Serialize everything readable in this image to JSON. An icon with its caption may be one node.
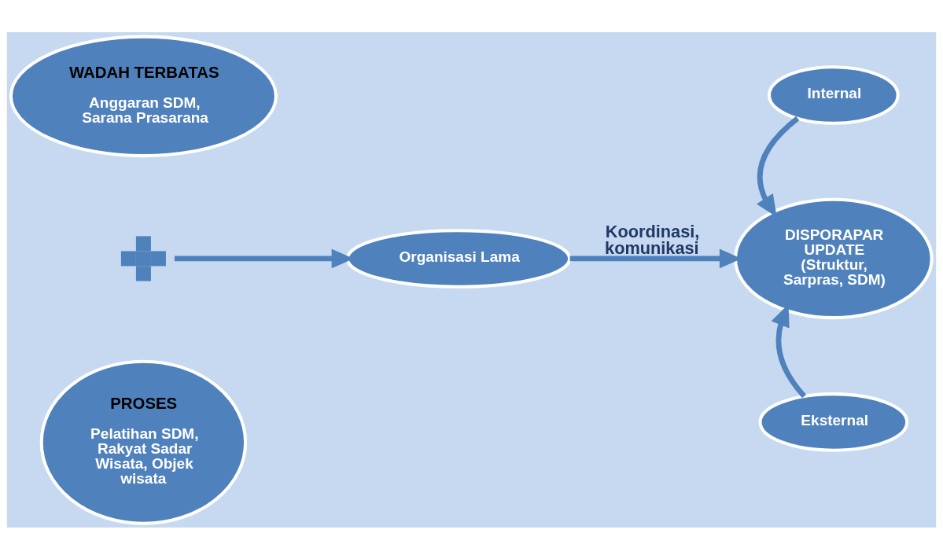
{
  "diagram": {
    "nodes": [
      {
        "text": [
          "WADAH TERBATAS",
          "Anggaran SDM, Sarana Prasarana"
        ]
      },
      {
        "text": [
          "PROSES",
          "Pelatihan SDM, Rakyat Sadar Wisata, Objek wisata"
        ]
      },
      {
        "text": [],
        "shape": "cross"
      },
      {
        "text": [
          "Organisasi Lama"
        ]
      },
      {
        "text": [
          "Internal"
        ]
      },
      {
        "text": [
          "DISPORAPAR UPDATE (Struktur, Sarpras, SDM)"
        ]
      },
      {
        "text": [
          "Eksternal"
        ]
      }
    ],
    "edges": [
      {
        "from": 2,
        "to": 3,
        "arrow": "to"
      },
      {
        "from": 3,
        "to": 5,
        "arrow": "to",
        "label": "Koordinasi, komunikasi"
      },
      {
        "from": 4,
        "to": 5,
        "arrow": "to"
      },
      {
        "from": 6,
        "to": 5,
        "arrow": "to"
      }
    ]
  }
}
